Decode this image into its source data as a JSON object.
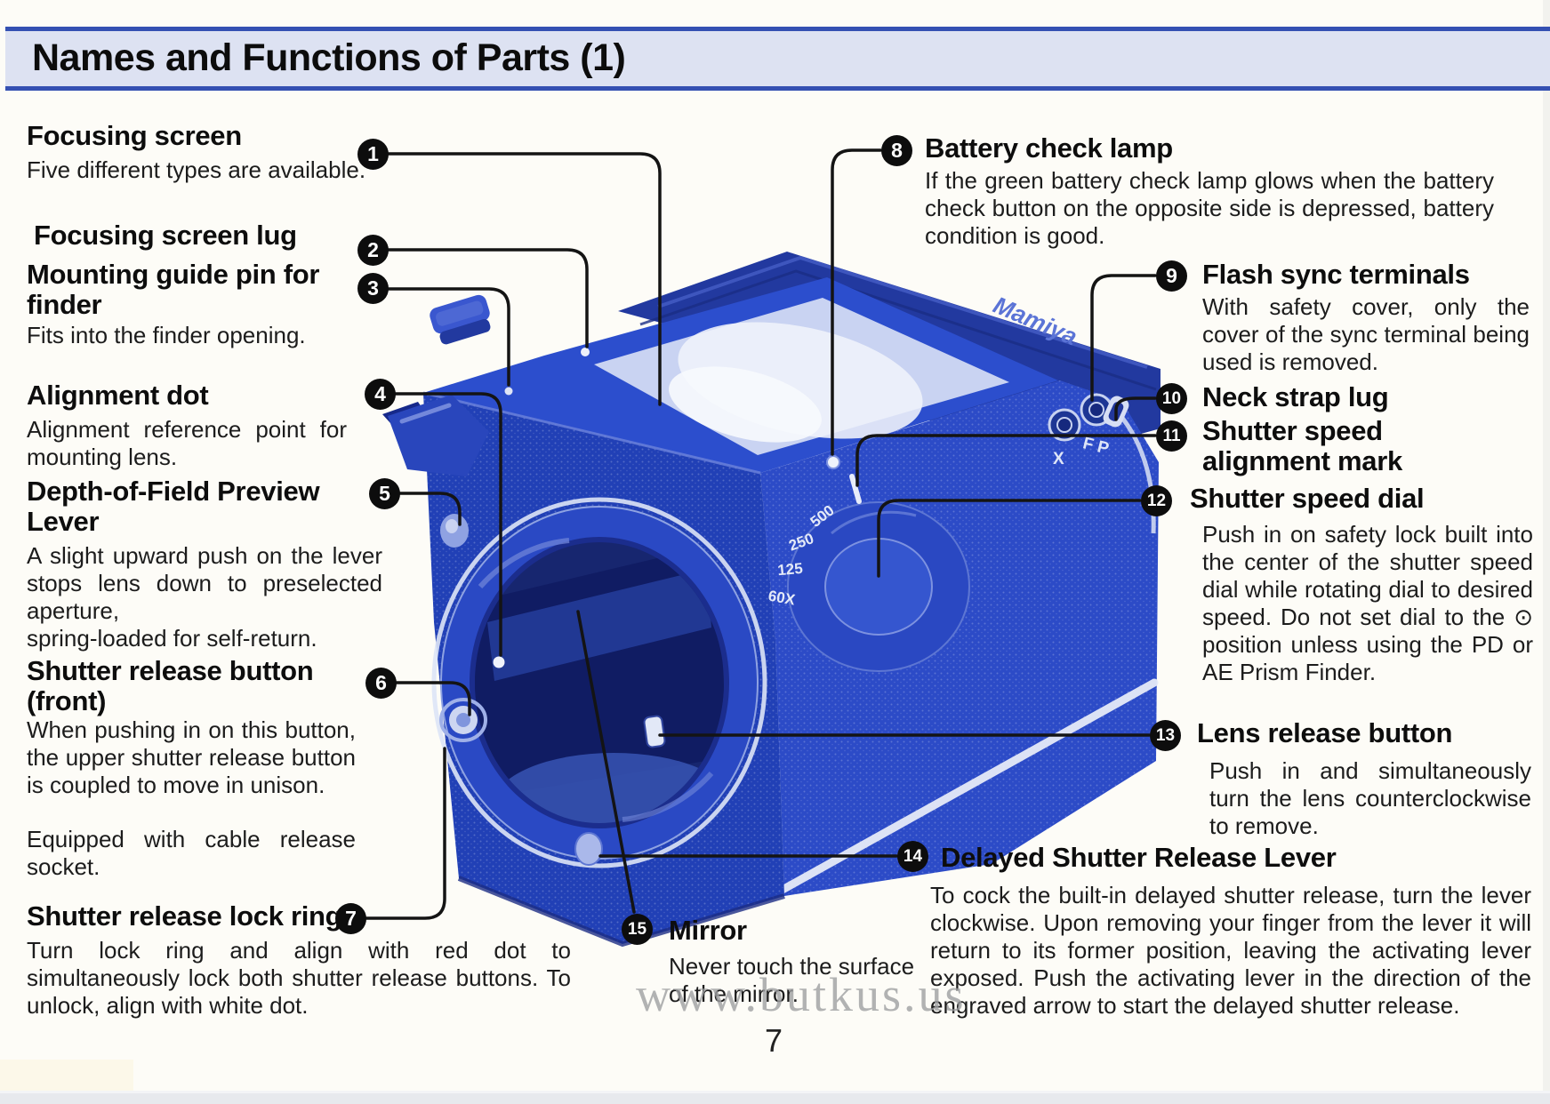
{
  "header": {
    "title": "Names and Functions of Parts (1)"
  },
  "page_number": "7",
  "watermark": "www.butkus.us",
  "camera": {
    "engraving": "Mamiya",
    "terminal_labels": [
      "X",
      "FP"
    ],
    "dial_markings": [
      "500",
      "250",
      "125",
      "60X"
    ]
  },
  "items": [
    {
      "num": "1",
      "title": "Focusing screen",
      "body": "Five different types are available."
    },
    {
      "num": "2",
      "title": "Focusing screen lug"
    },
    {
      "num": "3",
      "title": "Mounting guide pin for finder",
      "body": "Fits into the finder opening."
    },
    {
      "num": "4",
      "title": "Alignment dot",
      "body": "Alignment reference point for mounting lens."
    },
    {
      "num": "5",
      "title": "Depth-of-Field Preview Lever",
      "body": "A slight upward push on the lever stops lens down to preselected aperture,",
      "body2": "spring-loaded for self-return."
    },
    {
      "num": "6",
      "title": "Shutter release button (front)",
      "body": "When pushing in on this button, the upper shutter release button is coupled to move in unison.",
      "body2": "Equipped with cable release socket."
    },
    {
      "num": "7",
      "title": "Shutter release lock ring",
      "body": "Turn lock ring and align with red dot to simultaneously lock both shutter release buttons. To unlock, align with white dot."
    },
    {
      "num": "8",
      "title": "Battery check lamp",
      "body": "If the green battery check lamp glows when the battery check button on the opposite side is depressed, battery condition is good."
    },
    {
      "num": "9",
      "title": "Flash sync terminals",
      "body": "With safety cover, only the cover of the sync terminal being used is removed."
    },
    {
      "num": "10",
      "title": "Neck strap lug"
    },
    {
      "num": "11",
      "title": "Shutter speed alignment mark"
    },
    {
      "num": "12",
      "title": "Shutter speed dial",
      "body": "Push in on safety lock built into the center of the shutter speed dial while rotating dial to desired speed. Do not set dial to the ⊙ position unless using the PD or AE Prism Finder."
    },
    {
      "num": "13",
      "title": "Lens release button",
      "body": "Push in and simultaneously turn the lens counterclockwise to remove."
    },
    {
      "num": "14",
      "title": "Delayed Shutter Release Lever",
      "body": "To cock the built-in delayed shutter release, turn the lever clockwise. Upon removing your finger from the lever it will return to its former position, leaving the activating lever exposed. Push the activating lever in the direction of the engraved arrow to start the delayed shutter release."
    },
    {
      "num": "15",
      "title": "Mirror",
      "body": "Never touch the surface of the mirror."
    }
  ]
}
